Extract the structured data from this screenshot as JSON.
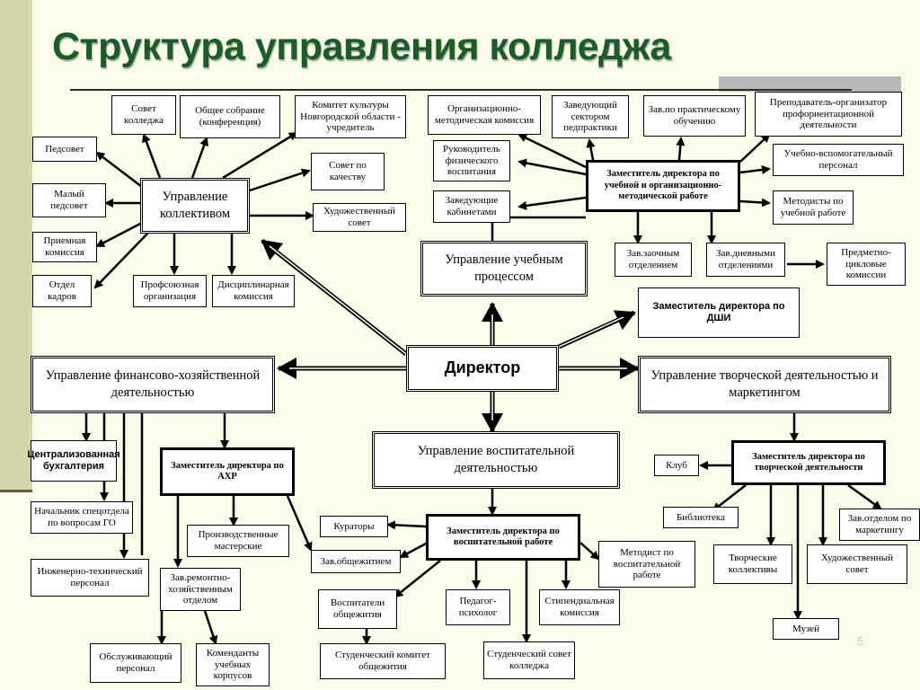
{
  "title": "Структура управления колледжа",
  "page_number": "5",
  "boxes": {
    "director": "Директор",
    "upr_kollektivom": "Управление коллективом",
    "upr_uchebnym": "Управление учебным процессом",
    "upr_fin": "Управление финансово-хозяйственной деятельностью",
    "upr_tvorch": "Управление творческой деятельностью и маркетингом",
    "upr_vospit": "Управление воспитательной деятельностью",
    "zam_uch": "Заместитель директора по учебной и организационно-методической работе",
    "zam_dshi": "Заместитель директора по ДШИ",
    "zam_ahr": "Заместитель директора по АХР",
    "zam_vosp": "Заместитель директора по воспитательной работе",
    "zam_tvorch": "Заместитель директора по творческой деятельности",
    "sovet_kolledzha": "Совет колледжа",
    "obshchee_sobranie": "Общее собрание (конференция)",
    "komitet": "Комитет культуры Новгородской области - учредитель",
    "pedsovet": "Педсовет",
    "malyi_pedsovet": "Малый педсовет",
    "priemnaya": "Приемная комиссия",
    "otdel_kadrov": "Отдел кадров",
    "profsoyuz": "Профсоюзная организация",
    "discipl": "Дисциплинарная комиссия",
    "sovet_kachestvo": "Совет по качеству",
    "hud_sovet_1": "Художественный совет",
    "org_metod": "Организационно-методическая комиссия",
    "zav_sektorom": "Заведующий сектором педпрактики",
    "zav_prakt": "Зав.по практическому обучению",
    "prep_org": "Преподаватель-организатор профориентационной деятельности",
    "ruk_fiz": "Руководитель физического воспитания",
    "zav_kab": "Заведующие кабинетами",
    "uch_vspom": "Учебно-вспомогательный персонал",
    "metodisty": "Методисты по учебной работе",
    "zav_zaoch": "Зав.заочным отделением",
    "zav_dnev": "Зав.дневными отделениями",
    "predm_cikl": "Предметно-цикловые комиссии",
    "central_buh": "Централизованная бухгалтерия",
    "nach_spec": "Начальник спецотдела по вопросам ГО",
    "inzh_tech": "Инженерно-технический персонал",
    "obsluzh": "Обслуживающий персонал",
    "proizv_mast": "Производственные мастерские",
    "zav_remont": "Зав.ремонтно-хозяйственным отделом",
    "komend": "Коменданты учебных корпусов",
    "kuratory": "Кураторы",
    "zav_obsh": "Зав.общежитием",
    "vosp_obsh": "Воспитатели общежития",
    "ped_psih": "Педагог-психолог",
    "stip": "Стипендиальная комиссия",
    "metodist_vosp": "Методист по воспитательной работе",
    "stud_kom": "Студенческий комитет общежития",
    "stud_sovet": "Студенческий совет колледжа",
    "klub": "Клуб",
    "biblioteka": "Библиотека",
    "zav_market": "Зав.отделом по маркетингу",
    "tvorch_koll": "Творческие коллективы",
    "hud_sovet_2": "Художественный совет",
    "muzei": "Музей"
  },
  "colors": {
    "title": "#1e5a2a",
    "background": "#fbfbe9",
    "sidebar": "#d6d6ad"
  }
}
